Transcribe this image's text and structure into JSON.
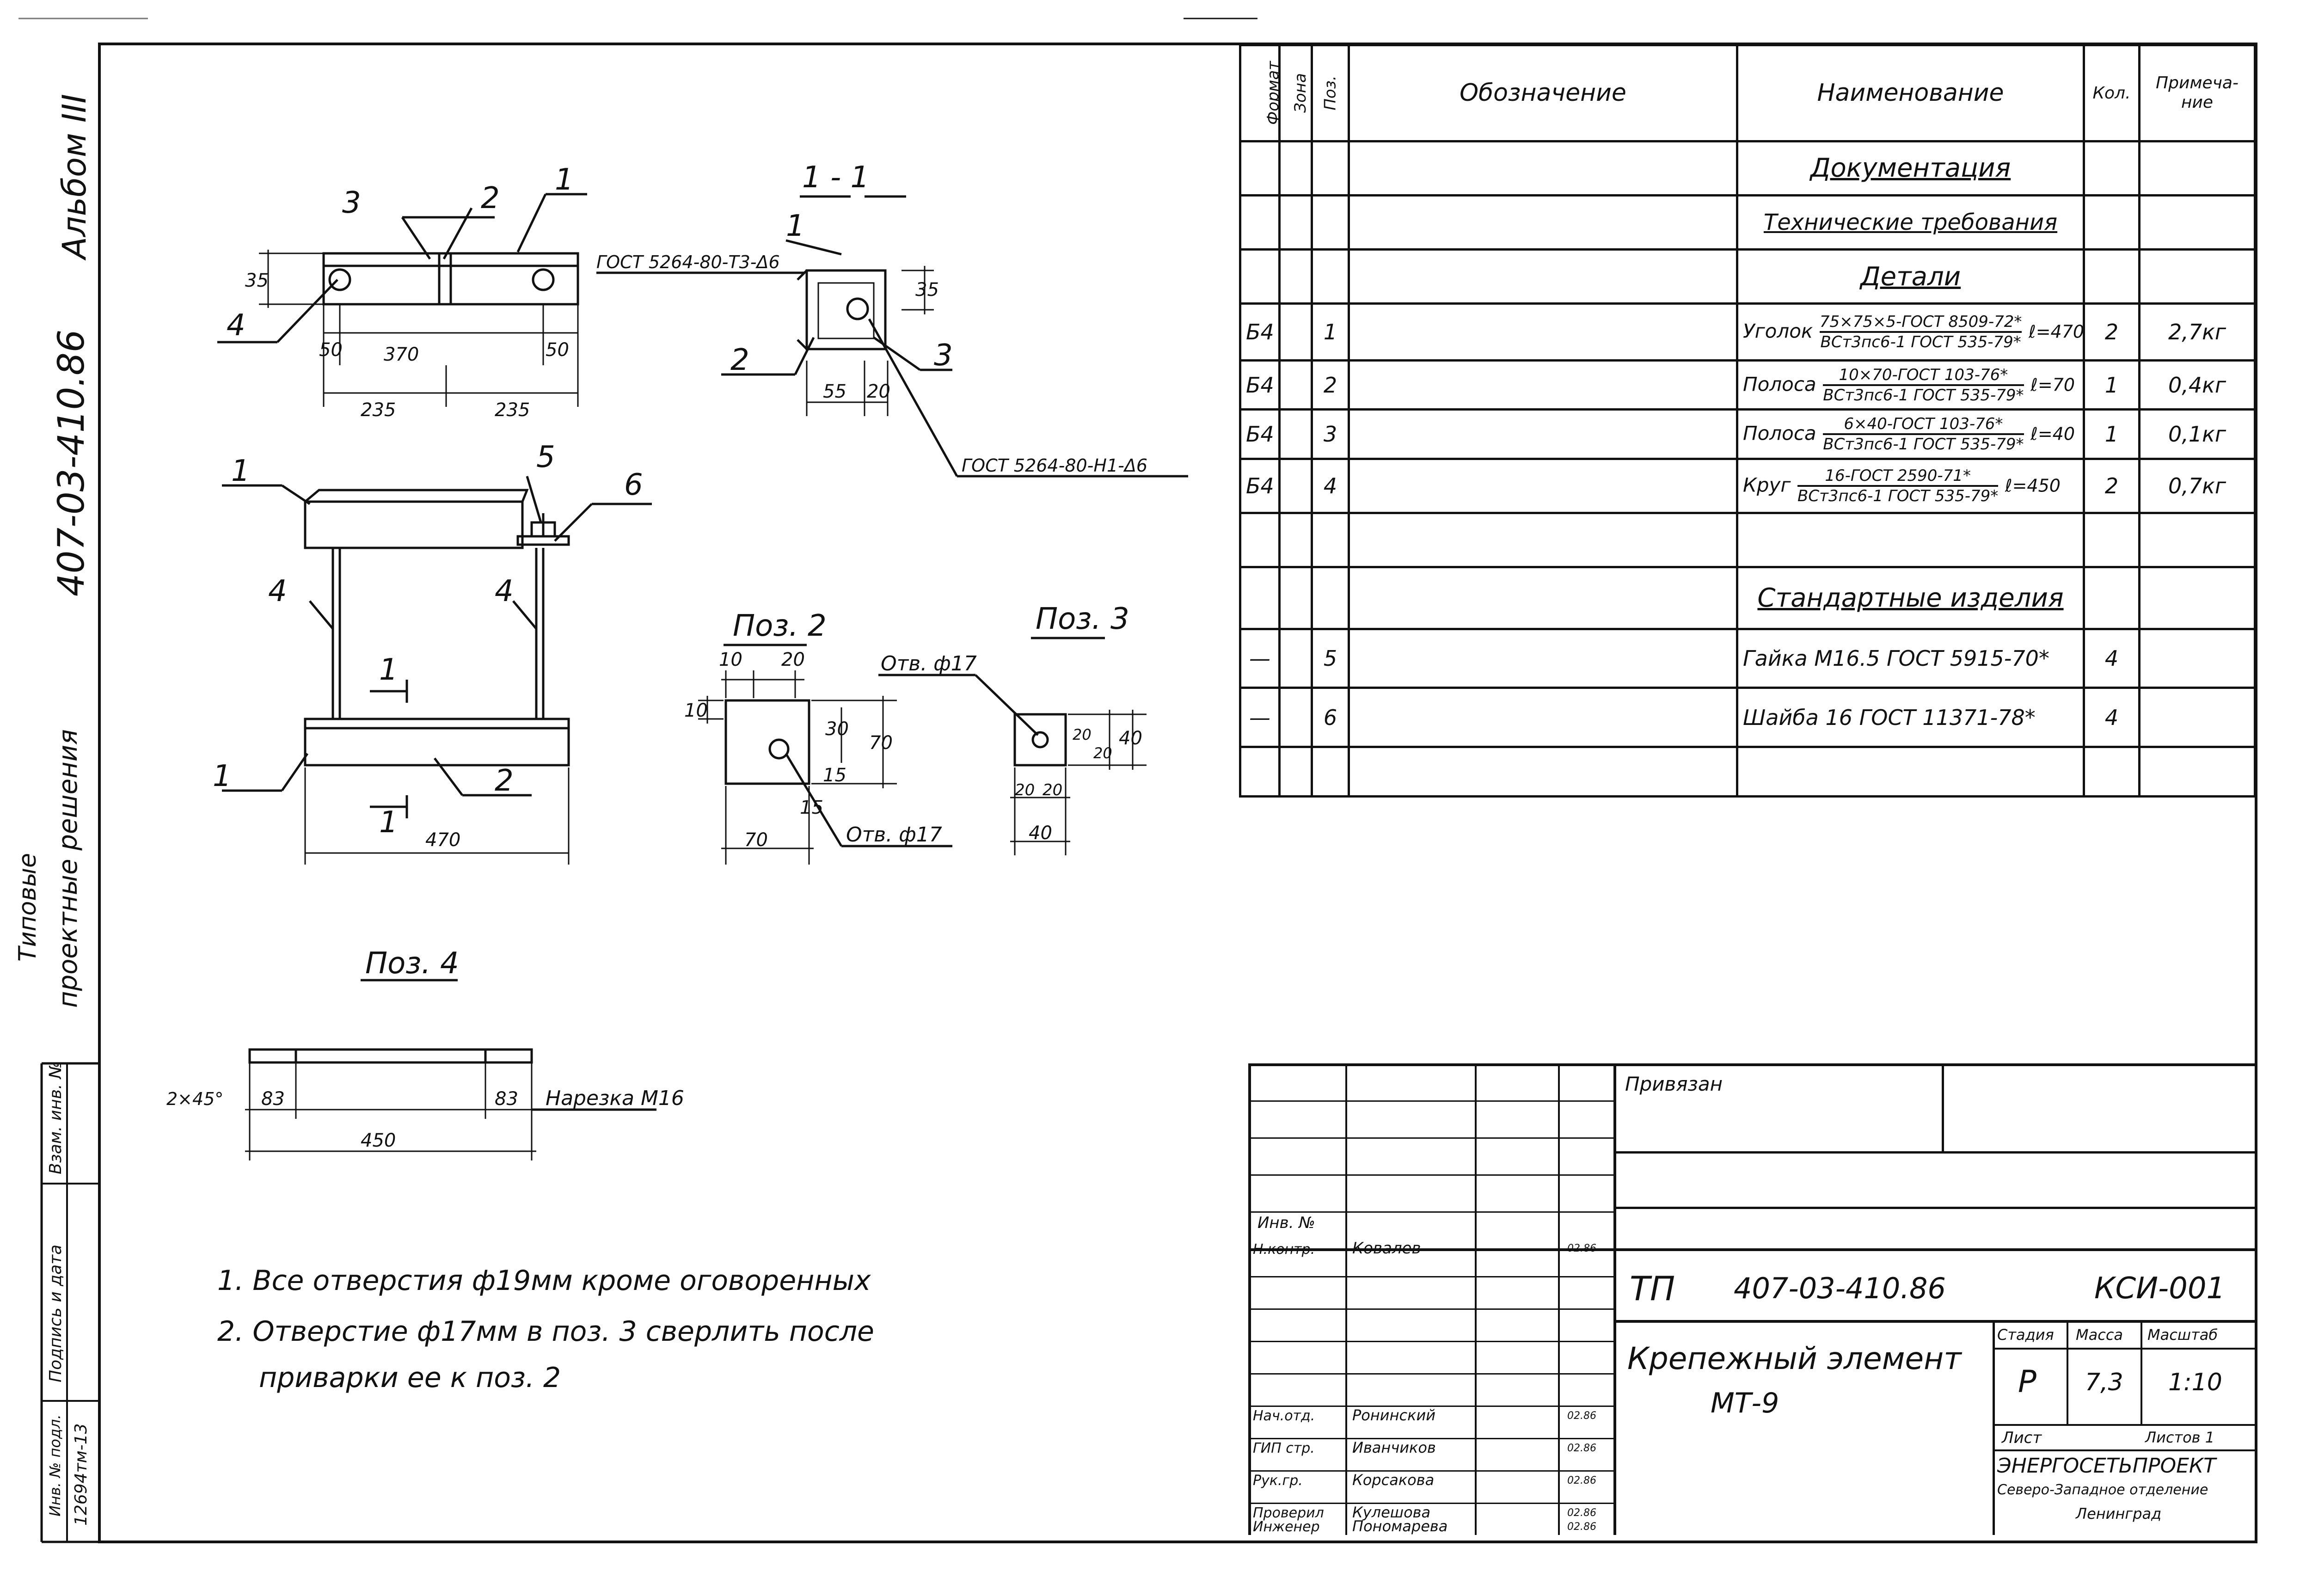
{
  "side": {
    "album": "Альбом III",
    "code": "407-03-410.86",
    "typical": "Типовые",
    "solutions": "проектные решения",
    "inv_small": "Инв. № подл.",
    "inv_value": "12694тм-13",
    "sign_date": "Подпись и дата",
    "replace_inv": "Взам. инв. №"
  },
  "drawing": {
    "section_label": "1 - 1",
    "gost_weld_1": "ГОСТ 5264-80-Т3-Δ6",
    "gost_weld_2": "ГОСТ 5264-80-Н1-Δ6",
    "pos2_title": "Поз. 2",
    "pos3_title": "Поз. 3",
    "pos4_title": "Поз. 4",
    "hole_label": "Отв. ф17",
    "thread_label": "Нарезка М16",
    "chamfer_label": "2×45°",
    "callouts": [
      "1",
      "2",
      "3",
      "4",
      "5",
      "6"
    ],
    "dims": {
      "top_35": "35",
      "top_50a": "50",
      "top_370": "370",
      "top_50b": "50",
      "top_235a": "235",
      "top_235b": "235",
      "sec_35": "35",
      "sec_55": "55",
      "sec_20": "20",
      "front_470": "470",
      "p2_10": "10",
      "p2_20": "20",
      "p2_30": "30",
      "p2_70v": "70",
      "p2_10v": "10",
      "p2_15v": "15",
      "p2_15": "15",
      "p2_70": "70",
      "p3_20a": "20",
      "p3_20b": "20",
      "p3_40v": "40",
      "p3_20c": "20",
      "p3_20d": "20",
      "p3_40": "40",
      "p4_83a": "83",
      "p4_83b": "83",
      "p4_450": "450"
    }
  },
  "notes": [
    "1. Все отверстия ф19мм кроме оговоренных",
    "2. Отверстие ф17мм в поз. 3 сверлить после",
    "приварки ее к поз. 2"
  ],
  "spec": {
    "headers": [
      "Формат",
      "Зона",
      "Поз.",
      "Обозначение",
      "Наименование",
      "Кол.",
      "Примеча-ние"
    ],
    "section_docs": "Документация",
    "tech_req": "Технические требования",
    "section_details": "Детали",
    "section_standard": "Стандартные изделия",
    "rows": [
      {
        "format": "Б4",
        "pos": "1",
        "name": "Уголок",
        "num": "75×75×5-ГОСТ 8509-72*",
        "den": "ВСт3пс6-1 ГОСТ 535-79*",
        "len": "ℓ=470",
        "qty": "2",
        "note": "2,7кг"
      },
      {
        "format": "Б4",
        "pos": "2",
        "name": "Полоса",
        "num": "10×70-ГОСТ 103-76*",
        "den": "ВСт3пс6-1 ГОСТ 535-79*",
        "len": "ℓ=70",
        "qty": "1",
        "note": "0,4кг"
      },
      {
        "format": "Б4",
        "pos": "3",
        "name": "Полоса",
        "num": "6×40-ГОСТ 103-76*",
        "den": "ВСт3пс6-1 ГОСТ 535-79*",
        "len": "ℓ=40",
        "qty": "1",
        "note": "0,1кг"
      },
      {
        "format": "Б4",
        "pos": "4",
        "name": "Круг",
        "num": "16-ГОСТ 2590-71*",
        "den": "ВСт3пс6-1 ГОСТ 535-79*",
        "len": "ℓ=450",
        "qty": "2",
        "note": "0,7кг"
      }
    ],
    "std_rows": [
      {
        "format": "—",
        "pos": "5",
        "name": "Гайка М16.5 ГОСТ 5915-70*",
        "qty": "4"
      },
      {
        "format": "—",
        "pos": "6",
        "name": "Шайба 16 ГОСТ 11371-78*",
        "qty": "4"
      }
    ]
  },
  "title_block": {
    "privyazan": "Привязан",
    "inv_no": "Инв. №",
    "roles": [
      "Н.контр.",
      "Нач.отд.",
      "ГИП стр.",
      "Рук.гр.",
      "Проверил",
      "Инженер"
    ],
    "names": [
      "Ковалев",
      "Ронинский",
      "Иванчиков",
      "Корсакова",
      "Кулешова",
      "Пономарева"
    ],
    "dates": [
      "02.86",
      "02.86",
      "02.86",
      "02.86",
      "02.86",
      "02.86"
    ],
    "doc_prefix": "ТП",
    "doc_code": "407-03-410.86",
    "doc_mark": "КСИ-001",
    "title_line1": "Крепежный элемент",
    "title_line2": "МТ-9",
    "stage_label": "Стадия",
    "mass_label": "Масса",
    "scale_label": "Масштаб",
    "stage": "Р",
    "mass": "7,3",
    "scale": "1:10",
    "sheet_label": "Лист",
    "sheets_label": "Листов 1",
    "org": "ЭНЕРГОСЕТЬПРОЕКТ",
    "org_branch": "Северо-Западное отделение",
    "org_city": "Ленинград"
  }
}
